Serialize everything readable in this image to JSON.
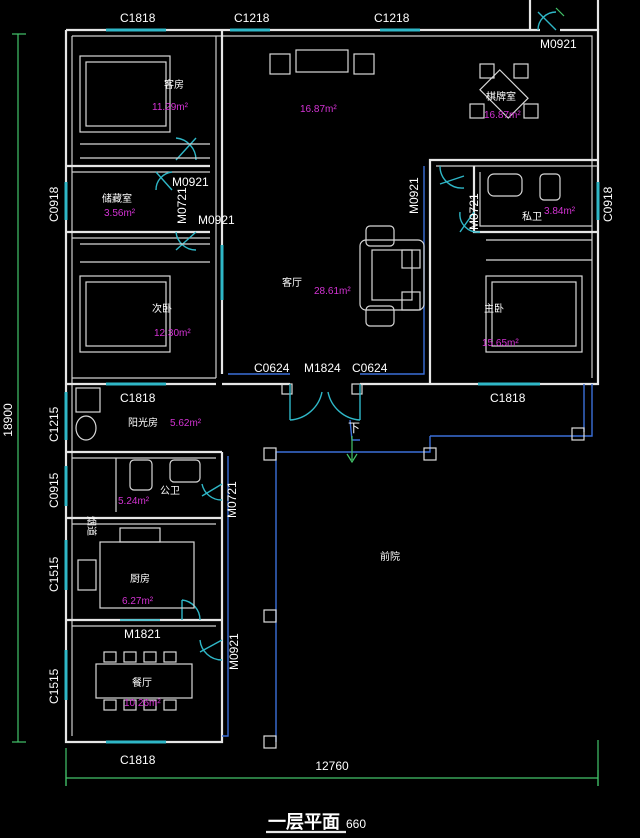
{
  "colors": {
    "wall": "#e6e6e6",
    "window": "#2fb7c7",
    "area": "#d433d4",
    "dimension": "#43c46a",
    "inner": "#3b6fd8"
  },
  "title": {
    "main": "一层平面",
    "scale": "660"
  },
  "dimensions": {
    "width": "12760",
    "height": "18900"
  },
  "down_arrow": "下",
  "rooms": [
    {
      "name": "客房",
      "area": "11.29m²"
    },
    {
      "name": "",
      "area": "16.87m²"
    },
    {
      "name": "棋牌室",
      "area": "16.87m²"
    },
    {
      "name": "储藏室",
      "area": "3.56m²"
    },
    {
      "name": "次卧",
      "area": "12.30m²"
    },
    {
      "name": "客厅",
      "area": "28.61m²"
    },
    {
      "name": "私卫",
      "area": "3.84m²"
    },
    {
      "name": "主卧",
      "area": "15.65m²"
    },
    {
      "name": "阳光房",
      "area": "5.62m²"
    },
    {
      "name": "公卫",
      "area": "5.24m²"
    },
    {
      "name": "厨房",
      "area": "6.27m²"
    },
    {
      "name": "餐厅",
      "area": "10.26m²"
    },
    {
      "name": "前院",
      "area": ""
    },
    {
      "name": "烟道",
      "area": ""
    }
  ],
  "labels": {
    "w_top1": "C1818",
    "w_top2": "C1218",
    "w_top3": "C1218",
    "d_top_right": "M0921",
    "d_guest": "M0921",
    "d_store": "M0721",
    "d_second": "M0921",
    "d_master": "M0921",
    "d_bath": "M0721",
    "w_left_store": "C0918",
    "w_right_bath": "C0918",
    "w_front1": "C0624",
    "d_front": "M1824",
    "w_front2": "C0624",
    "w_second": "C1818",
    "w_master": "C1818",
    "w_sun": "C1215",
    "w_wc": "C0915",
    "d_wc": "M0721",
    "w_kitchen": "C1515",
    "d_kitchen": "M1821",
    "d_dining": "M0921",
    "w_dining": "C1515",
    "w_bottom": "C1818"
  }
}
